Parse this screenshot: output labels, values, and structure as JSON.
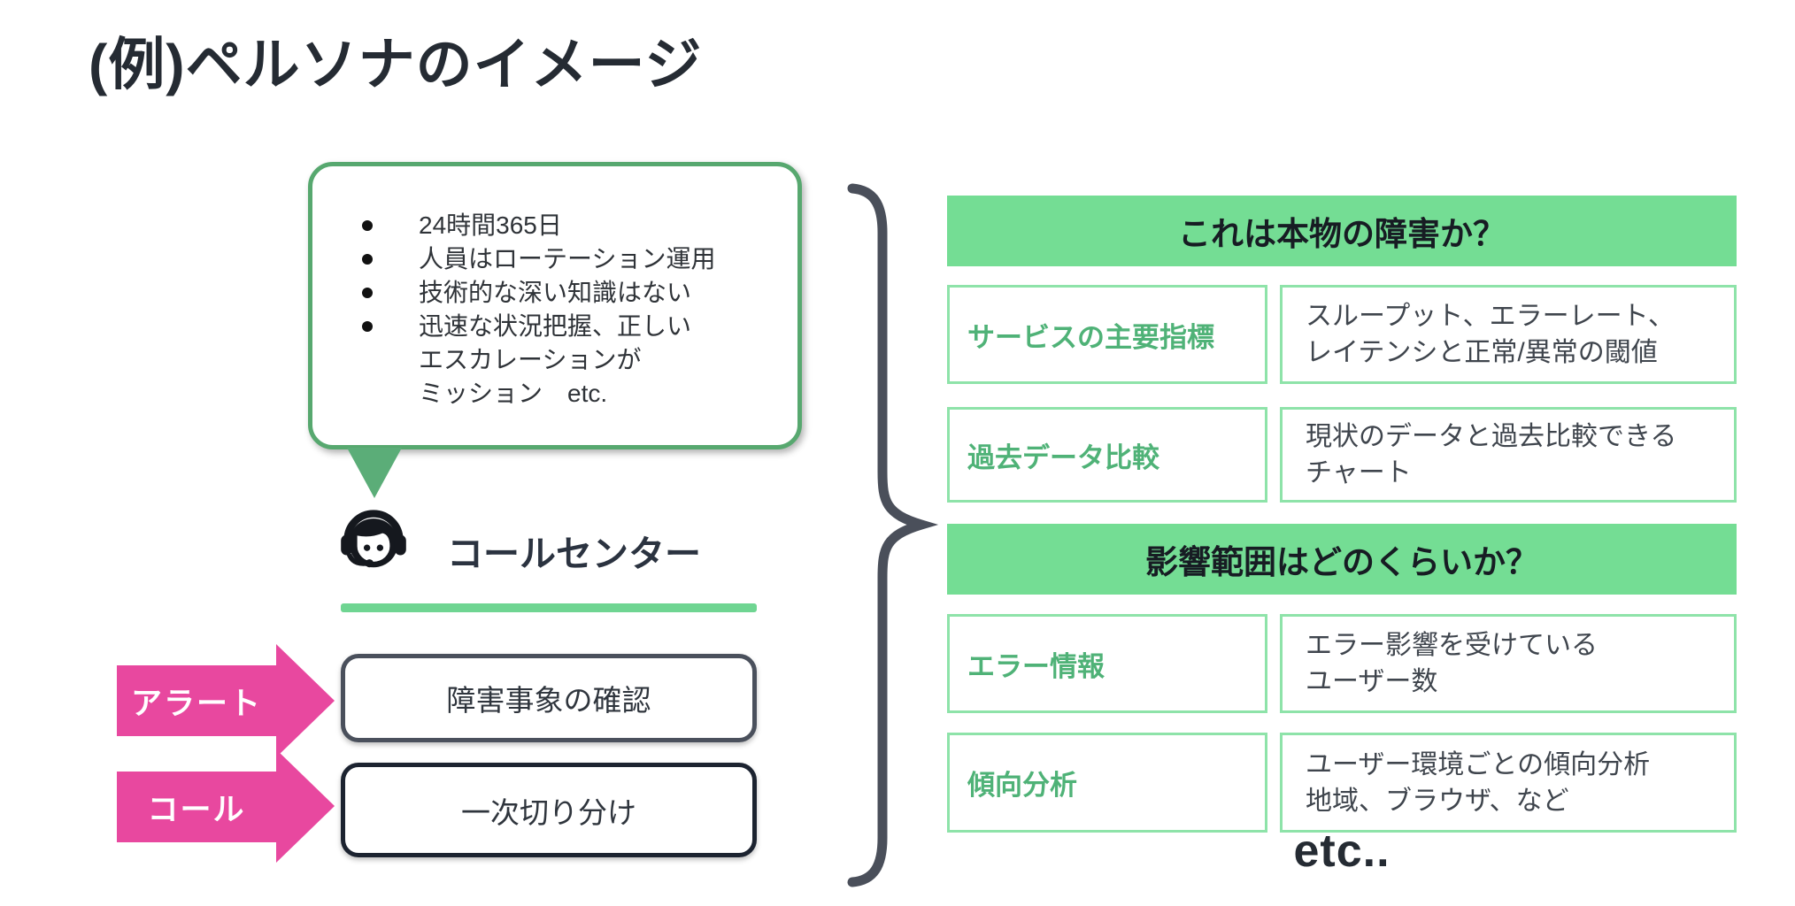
{
  "title": "(例)ペルソナのイメージ",
  "colors": {
    "green_header": "#74dd94",
    "green_cell_border": "#8ee3a9",
    "green_label_text": "#4fb277",
    "green_bubble_border": "#57a86f",
    "green_underline": "#6fd592",
    "pink_arrow": "#e8489f",
    "dark_text": "#252b33",
    "brace_gray": "#4a4f5a"
  },
  "icons": {
    "persona": "call-center-headset-icon",
    "bullet": "bullet-dot-icon"
  },
  "persona": {
    "bubble_items": [
      "24時間365日",
      "人員はローテーション運用",
      "技術的な深い知識はない",
      "迅速な状況把握、正しい\nエスカレーションが\nミッション　etc."
    ],
    "name": "コールセンター",
    "arrows": [
      "アラート",
      "コール"
    ],
    "steps": [
      "障害事象の確認",
      "一次切り分け"
    ]
  },
  "table": {
    "sections": [
      {
        "header": "これは本物の障害か？",
        "rows": [
          {
            "label": "サービスの主要指標",
            "desc": "スループット、エラーレート、\nレイテンシと正常/異常の閾値"
          },
          {
            "label": "過去データ比較",
            "desc": "現状のデータと過去比較できる\nチャート"
          }
        ]
      },
      {
        "header": "影響範囲はどのくらいか？",
        "rows": [
          {
            "label": "エラー情報",
            "desc": "エラー影響を受けている\nユーザー数"
          },
          {
            "label": "傾向分析",
            "desc": "ユーザー環境ごとの傾向分析\n地域、ブラウザ、など"
          }
        ]
      }
    ],
    "footer": "etc.."
  }
}
